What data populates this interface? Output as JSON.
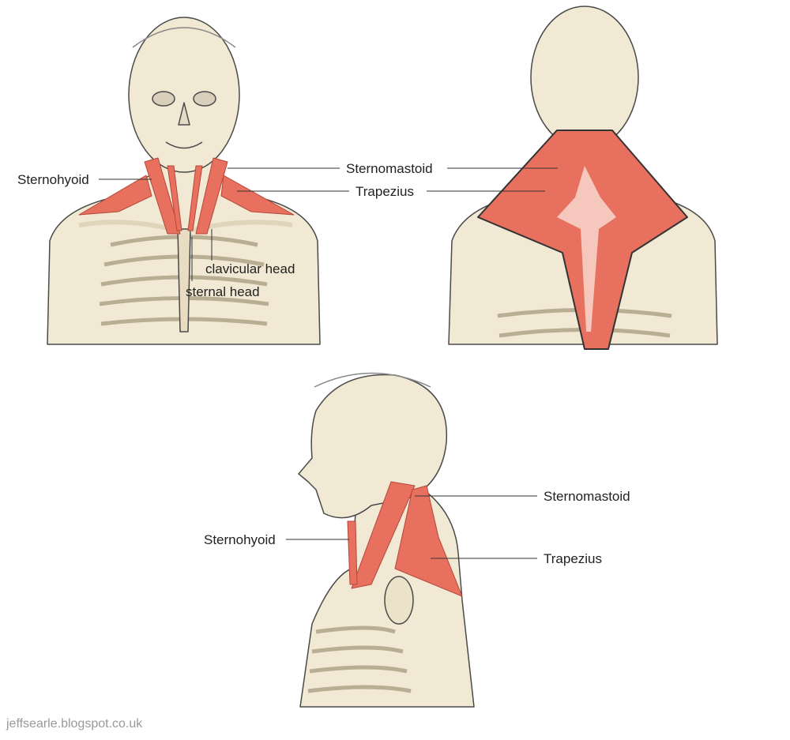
{
  "colors": {
    "muscle": "#e8705f",
    "bone": "#f2e9d4",
    "outline": "#4a4a4a",
    "label": "#222222"
  },
  "front_view": {
    "labels": {
      "sternohyoid": "Sternohyoid",
      "sternomastoid": "Sternomastoid",
      "trapezius": "Trapezius",
      "clavicular_head": "clavicular head",
      "sternal_head": "sternal head"
    }
  },
  "side_view": {
    "labels": {
      "sternomastoid": "Sternomastoid",
      "sternohyoid": "Sternohyoid",
      "trapezius": "Trapezius"
    }
  },
  "watermark": "jeffsearle.blogspot.co.uk"
}
